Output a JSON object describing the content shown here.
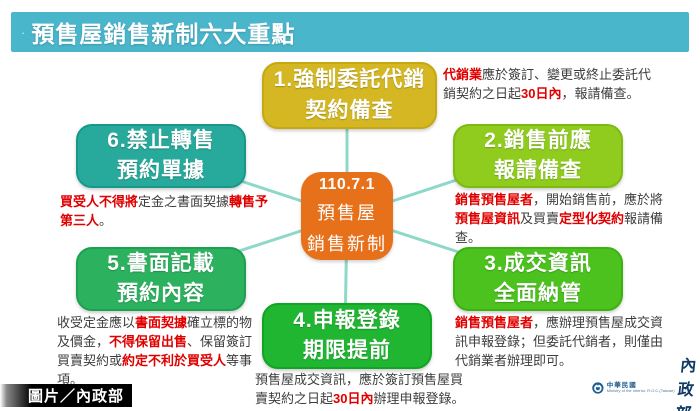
{
  "header": {
    "bullet": "·",
    "title": "預售屋銷售新制六大重點",
    "bar_color": "#4ab6cb"
  },
  "center": {
    "date": "110.7.1",
    "line2": "預售屋",
    "line3": "銷售新制",
    "color": "#e7701b"
  },
  "connector_color": "#8ed8ca",
  "highlight_color": "#e00000",
  "items": [
    {
      "title_line1": "1.強制委託代銷",
      "title_line2": "契約備查",
      "color": "#d4b722",
      "desc": [
        {
          "t": "代銷業",
          "red": true
        },
        {
          "t": "應於簽訂、變更或終止委託代銷契約之日起",
          "red": false
        },
        {
          "t": "30日內",
          "red": true
        },
        {
          "t": "，報請備查。",
          "red": false
        }
      ]
    },
    {
      "title_line1": "2.銷售前應",
      "title_line2": "報請備查",
      "color": "#8fcc1e",
      "desc": [
        {
          "t": "銷售預售屋者",
          "red": true
        },
        {
          "t": "，開始銷售前，應於將",
          "red": false
        },
        {
          "t": "預售屋資訊",
          "red": true
        },
        {
          "t": "及買賣",
          "red": false
        },
        {
          "t": "定型化契約",
          "red": true
        },
        {
          "t": "報請備查。",
          "red": false
        }
      ]
    },
    {
      "title_line1": "3.成交資訊",
      "title_line2": "全面納管",
      "color": "#4cc21f",
      "desc": [
        {
          "t": "銷售預售屋者",
          "red": true
        },
        {
          "t": "，應辦理預售屋成交資訊申報登錄；但委託代銷者，則僅由代銷業者辦理即可。",
          "red": false
        }
      ]
    },
    {
      "title_line1": "4.申報登錄",
      "title_line2": "期限提前",
      "color": "#20b632",
      "desc": [
        {
          "t": "預售屋成交資訊，應於簽訂預售屋買賣契約之日起",
          "red": false
        },
        {
          "t": "30日內",
          "red": true
        },
        {
          "t": "辦理申報登錄。",
          "red": false
        }
      ]
    },
    {
      "title_line1": "5.書面記載",
      "title_line2": "預約內容",
      "color": "#2cb25e",
      "desc": [
        {
          "t": "收受定金應以",
          "red": false
        },
        {
          "t": "書面契據",
          "red": true
        },
        {
          "t": "確立標的物及價金，",
          "red": false
        },
        {
          "t": "不得保留出售",
          "red": true
        },
        {
          "t": "、保留簽訂買賣契約或",
          "red": false
        },
        {
          "t": "約定不利於買受人",
          "red": true
        },
        {
          "t": "等事項。",
          "red": false
        }
      ]
    },
    {
      "title_line1": "6.禁止轉售",
      "title_line2": "預約單據",
      "color": "#27a99b",
      "desc": [
        {
          "t": "買受人不得將",
          "red": true
        },
        {
          "t": "定金之書面契據",
          "red": false
        },
        {
          "t": "轉售予第三人",
          "red": true
        },
        {
          "t": "。",
          "red": false
        }
      ]
    }
  ],
  "footer": {
    "credit": "圖片／內政部",
    "org_zh_small": "中華民國",
    "org_zh": "內政部",
    "org_en": "Ministry of the Interior, R.O.C.(Taiwan)"
  }
}
